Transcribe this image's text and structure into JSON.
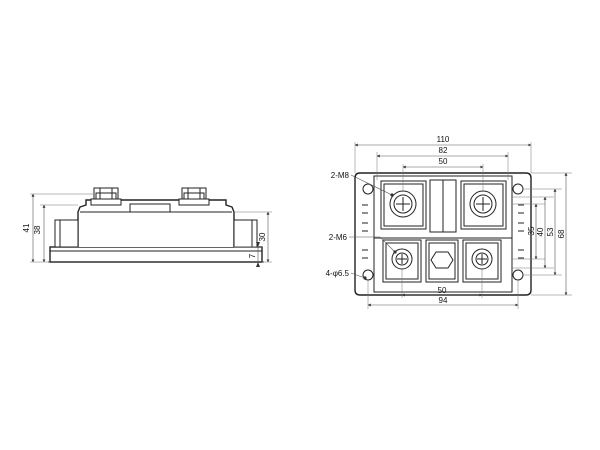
{
  "side_view": {
    "dims": {
      "h41": "41",
      "h38": "38",
      "h30": "30",
      "h7": "7"
    }
  },
  "top_view": {
    "dims": {
      "w110": "110",
      "w82": "82",
      "w50_top": "50",
      "w50_bottom": "50",
      "w94": "94",
      "v35": "35",
      "v40": "40",
      "v53": "53",
      "v68": "68"
    },
    "callouts": {
      "m8": "2-M8",
      "m6": "2-M6",
      "holes": "4-φ6.5"
    }
  },
  "colors": {
    "line": "#222222",
    "dimension": "#555555",
    "background": "#ffffff"
  }
}
